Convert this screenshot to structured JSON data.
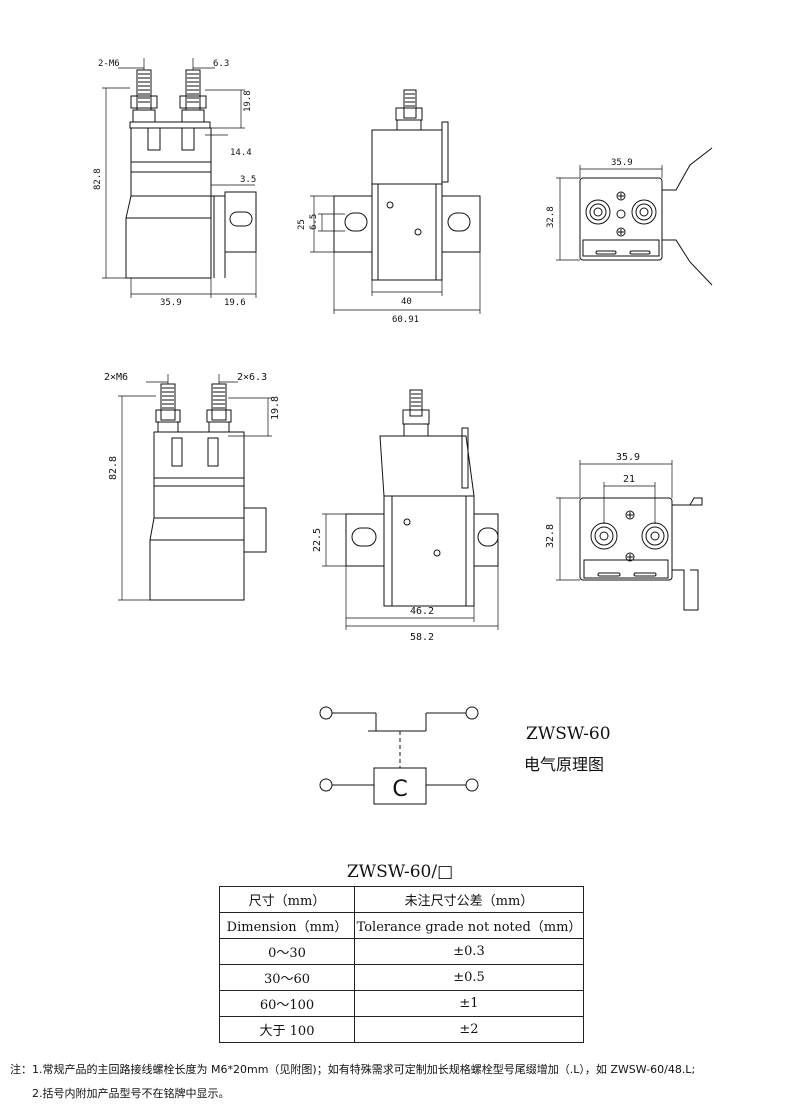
{
  "views": {
    "top_front": {
      "dims": {
        "bolts": "2-M6",
        "pitch": "6.3",
        "stud_h": "19.8",
        "ear": "14.4",
        "height": "82.8",
        "wall": "3.5",
        "width": "35.9",
        "bracket": "19.6"
      }
    },
    "top_side": {
      "dims": {
        "h1": "25",
        "h2": "6.5",
        "w1": "40",
        "w2": "60.91"
      }
    },
    "top_plan": {
      "dims": {
        "w": "35.9",
        "h": "32.8"
      }
    },
    "bottom_front": {
      "dims": {
        "bolts": "2×M6",
        "pitch": "2×6.3",
        "stud_h": "19.8",
        "height": "82.8"
      }
    },
    "bottom_side": {
      "dims": {
        "h": "22.5",
        "w1": "46.2",
        "w2": "58.2"
      }
    },
    "bottom_plan": {
      "dims": {
        "w": "35.9",
        "pitch": "21",
        "h": "32.8"
      }
    }
  },
  "schematic": {
    "coil_letter": "C",
    "model": "ZWSW-60",
    "title": "电气原理图"
  },
  "table": {
    "title": "ZWSW-60/□",
    "header": [
      [
        "尺寸（mm）",
        "未注尺寸公差（mm）"
      ],
      [
        "Dimension（mm）",
        "Tolerance grade not noted（mm）"
      ]
    ],
    "rows": [
      [
        "0～30",
        "±0.3"
      ],
      [
        "30～60",
        "±0.5"
      ],
      [
        "60～100",
        "±1"
      ],
      [
        "大于 100",
        "±2"
      ]
    ]
  },
  "notes": [
    "注：1.常规产品的主回路接线螺栓长度为 M6*20mm（见附图)；如有特殊需求可定制加长规格螺栓型号尾缀增加（.L），如 ZWSW-60/48.L;",
    "2.括号内附加产品型号不在铭牌中显示。"
  ]
}
